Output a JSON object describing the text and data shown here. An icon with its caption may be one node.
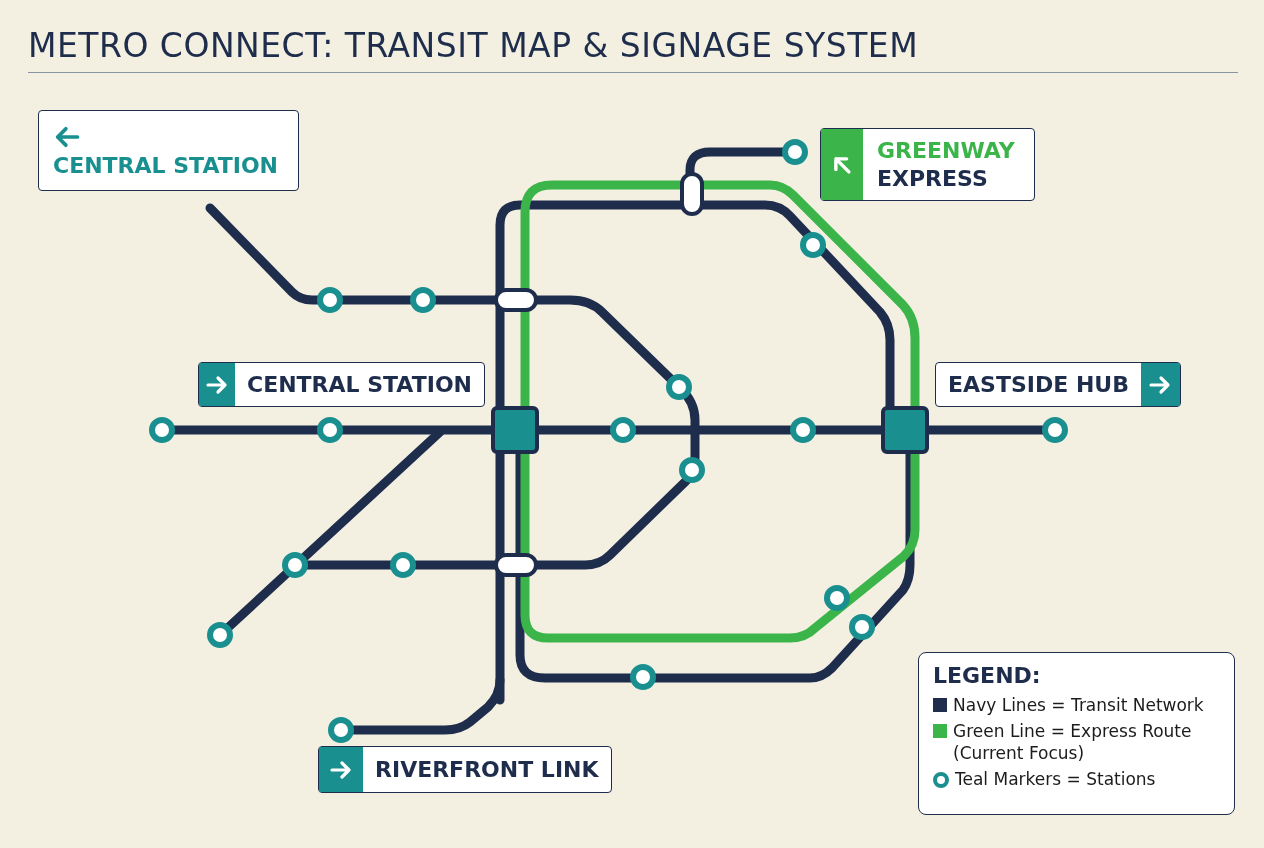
{
  "diagram": {
    "title": "METRO CONNECT: TRANSIT MAP & SIGNAGE SYSTEM",
    "nodes": [
      {
        "text": [
          "CENTRAL STATION"
        ]
      },
      {
        "text": [
          "GREENWAY",
          "EXPRESS"
        ]
      },
      {
        "text": [
          "CENTRAL STATION"
        ]
      },
      {
        "text": [
          "EASTSIDE HUB"
        ]
      },
      {
        "text": [
          "RIVERFRONT LINK"
        ]
      }
    ],
    "labels": [
      "LEGEND:"
    ],
    "legend": [
      {
        "text": "Navy Lines = Transit Network",
        "color": "#1f2d4d"
      },
      {
        "text": "Green Line = Express Route (Current Focus)",
        "color": "#3bb54a"
      },
      {
        "text": "Teal Markers = Stations"
      }
    ]
  }
}
